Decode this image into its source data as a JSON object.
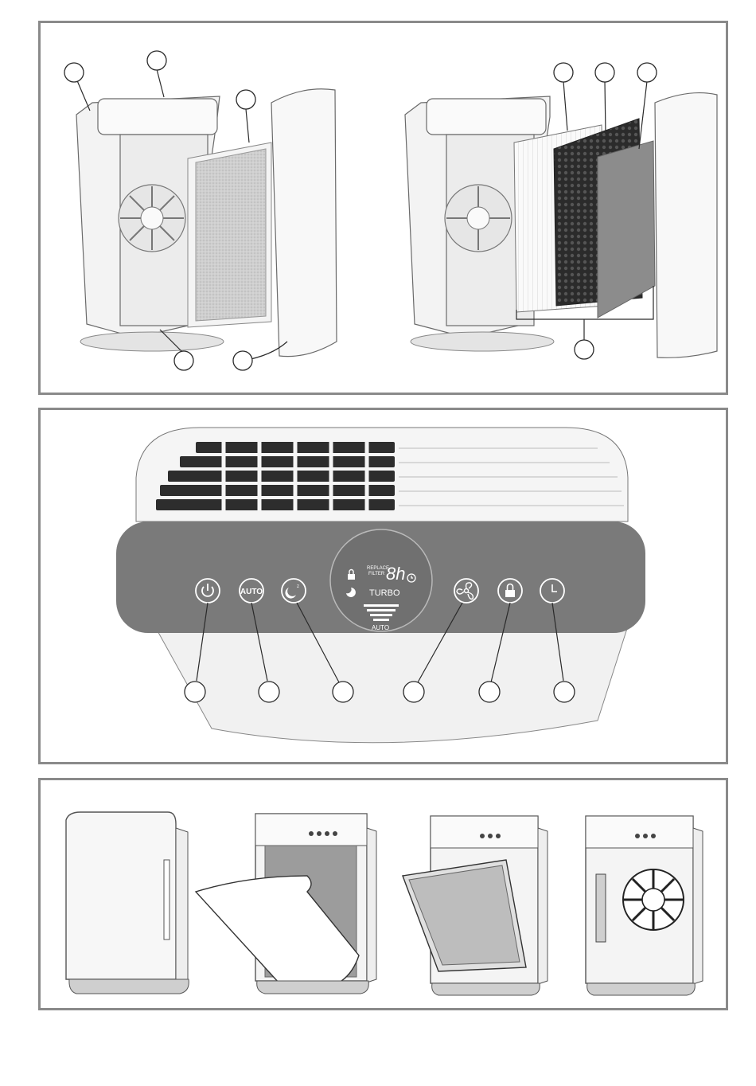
{
  "panel_top": {
    "callouts_left": [
      "",
      "",
      "",
      "",
      ""
    ],
    "callouts_right": [
      "",
      "",
      "",
      ""
    ]
  },
  "panel_middle": {
    "display": {
      "replace_filter_line1": "REPLACE",
      "replace_filter_line2": "FILTER",
      "digits": "8h",
      "turbo": "TURBO",
      "auto_bottom": "AUTO"
    },
    "buttons": [
      {
        "name": "power",
        "label": "",
        "icon": "power-icon"
      },
      {
        "name": "auto",
        "label": "AUTO",
        "icon": "auto-icon"
      },
      {
        "name": "sleep",
        "label": "",
        "icon": "sleep-moon-icon"
      },
      {
        "name": "fan-speed",
        "label": "",
        "icon": "fan-icon"
      },
      {
        "name": "child-lock",
        "label": "",
        "icon": "lock-icon"
      },
      {
        "name": "timer",
        "label": "",
        "icon": "clock-icon"
      }
    ],
    "callouts": [
      "",
      "",
      "",
      "",
      "",
      ""
    ]
  },
  "panel_bottom": {
    "steps": [
      "closed-unit",
      "remove-front-cover",
      "remove-filter",
      "fan-exposed"
    ]
  },
  "colors": {
    "panel_border": "#8a8a8a",
    "control_panel": "#7a7a7a",
    "device_body": "#f2f2f2",
    "hepa_filter": "#f7f7f7",
    "carbon_filter": "#2b2b2b",
    "pre_filter": "#8c8c8c"
  }
}
